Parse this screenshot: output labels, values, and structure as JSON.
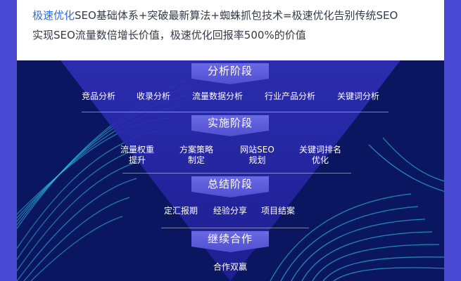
{
  "header": {
    "line1_highlight": "极速优化",
    "line1_rest": "SEO基础体系+突破最新算法+蜘蛛抓包技术=极速优化告别传统SEO",
    "line2": "实现SEO流量数倍增长价值，极速优化回报率500%的价值"
  },
  "stages": [
    {
      "title": "分析阶段",
      "items": [
        "竞品分析",
        "收录分析",
        "流量数据分析",
        "行业产品分析",
        "关键词分析"
      ]
    },
    {
      "title": "实施阶段",
      "items": [
        {
          "l1": "流量权重",
          "l2": "提升"
        },
        {
          "l1": "方案策略",
          "l2": "制定"
        },
        {
          "l1": "网站SEO",
          "l2": "规划"
        },
        {
          "l1": "关键词排名",
          "l2": "优化"
        }
      ]
    },
    {
      "title": "总结阶段",
      "items": [
        "定汇报期",
        "经验分享",
        "项目结案"
      ]
    },
    {
      "title": "继续合作",
      "items": [
        "合作双赢"
      ]
    }
  ],
  "colors": {
    "banner": "#5b5bdc",
    "panel_bg": "#0b1660",
    "funnel": "#2a2aa8",
    "highlight": "#2f6fe0",
    "swirl": "#2bd3f2"
  }
}
